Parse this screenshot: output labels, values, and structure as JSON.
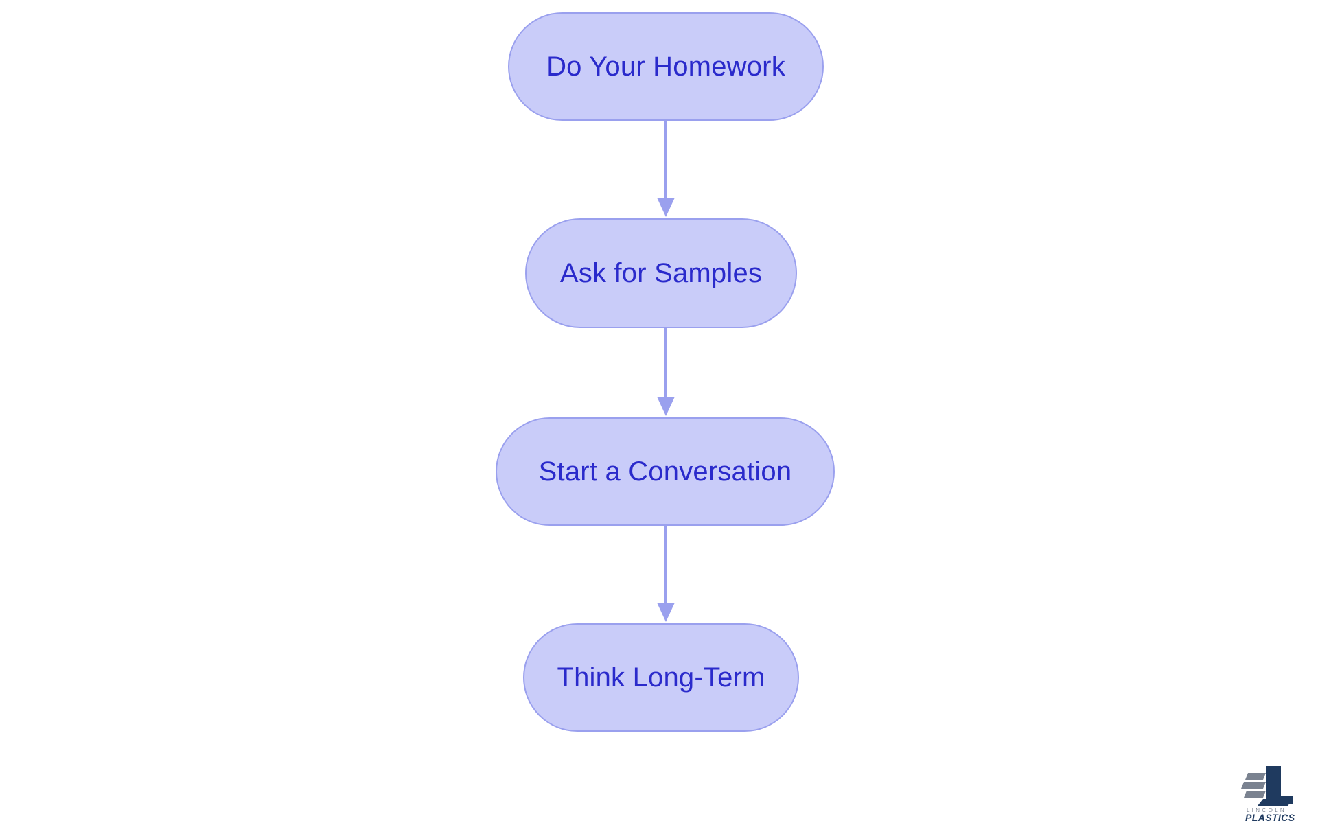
{
  "diagram": {
    "type": "flowchart",
    "orientation": "top-to-bottom",
    "background_color": "#FFFFFF",
    "node_fill_color": "#C9CCF9",
    "node_border_color": "#9AA0EE",
    "node_text_color": "#2A2ACB",
    "connector_color": "#9AA0EE",
    "nodes": [
      {
        "id": "node-1",
        "label": "Do Your Homework"
      },
      {
        "id": "node-2",
        "label": "Ask for Samples"
      },
      {
        "id": "node-3",
        "label": "Start a Conversation"
      },
      {
        "id": "node-4",
        "label": "Think Long-Term"
      }
    ],
    "edges": [
      {
        "id": "edge-1",
        "from": "node-1",
        "to": "node-2",
        "label": ""
      },
      {
        "id": "edge-2",
        "from": "node-2",
        "to": "node-3",
        "label": ""
      },
      {
        "id": "edge-3",
        "from": "node-3",
        "to": "node-4",
        "label": ""
      }
    ]
  },
  "logo": {
    "name": "lincoln-plastics-logo",
    "line1": "L I N C O L N",
    "line2": "PLASTICS",
    "mark_color": "#1F3A5F",
    "bar_color": "#7A8290"
  }
}
